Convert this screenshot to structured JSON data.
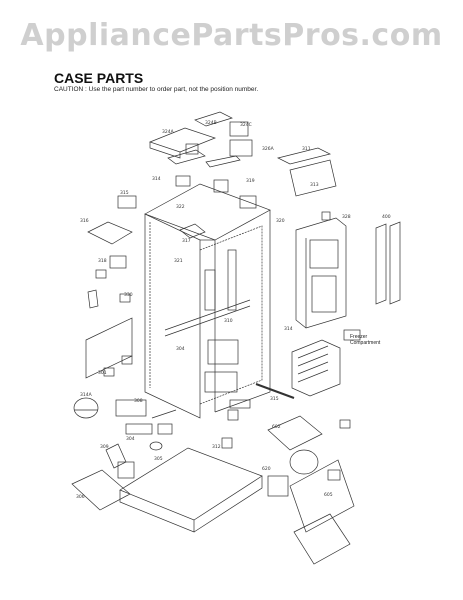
{
  "watermark": "AppliancePartsPros.com",
  "title": "CASE PARTS",
  "caution": "CAUTION : Use the part number to order part, not the position number.",
  "freezer_note": "Freezer\nCompartment"
}
